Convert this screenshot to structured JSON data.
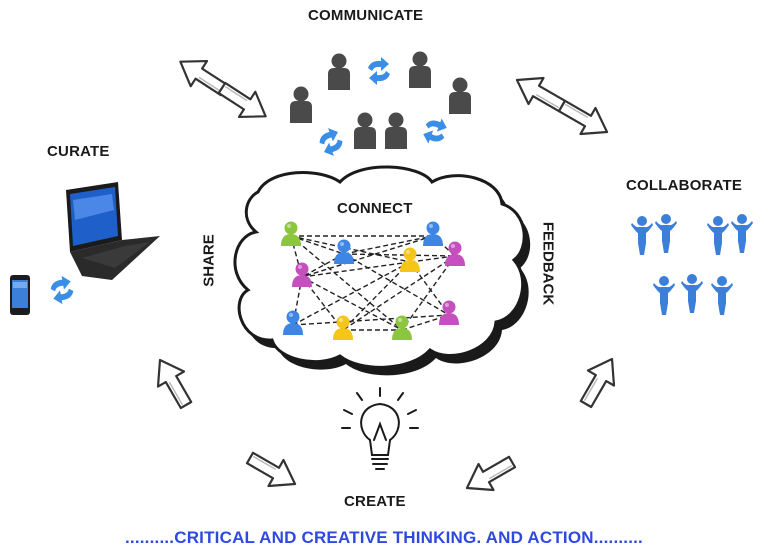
{
  "labels": {
    "communicate": "COMMUNICATE",
    "curate": "CURATE",
    "collaborate": "COLLABORATE",
    "connect": "CONNECT",
    "share": "SHARE",
    "feedback": "FEEDBACK",
    "create": "CREATE"
  },
  "footer": "..........CRITICAL AND CREATIVE THINKING. AND ACTION..........",
  "colors": {
    "footer_text": "#2f49e0",
    "person_dark": "#4a4a4a",
    "person_blue": "#3b7fd8",
    "node_green": "#8cc63f",
    "node_blue": "#3d86e6",
    "node_yellow": "#f5c518",
    "node_magenta": "#c44fbd",
    "refresh_arrow": "#3a8ee6"
  },
  "icons": [
    "laptop-icon",
    "smartphone-icon",
    "refresh-icon",
    "lightbulb-icon",
    "person-icon",
    "cloud-shape",
    "curved-arrow-icon"
  ]
}
